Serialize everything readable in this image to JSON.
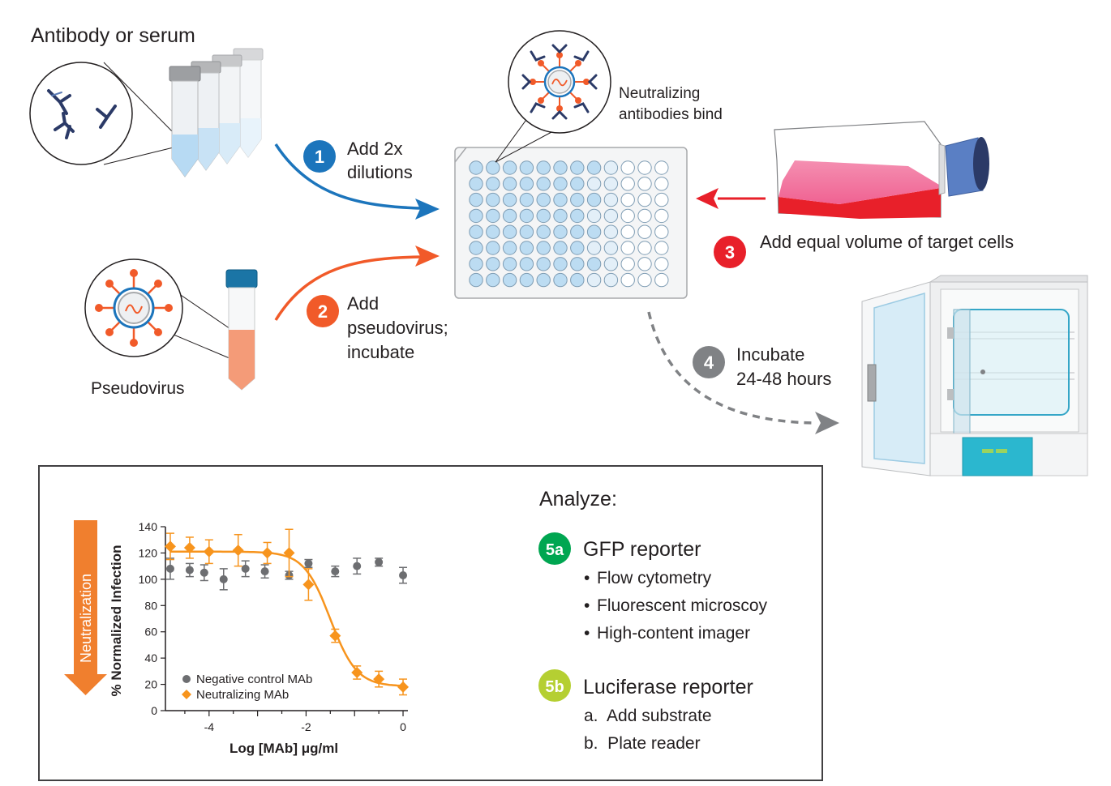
{
  "colors": {
    "step1": "#1c75bc",
    "step2": "#f15a29",
    "step3": "#e8202a",
    "step4": "#808285",
    "step5a": "#00a651",
    "step5b": "#b5cf32",
    "neutralizing": "#f7941d",
    "negative_control": "#6d6e71",
    "well": "#bcdcf2"
  },
  "antibody": {
    "title": "Antibody or serum"
  },
  "pseudovirus": {
    "label": "Pseudovirus"
  },
  "step1": {
    "badge": "1",
    "line1": "Add 2x",
    "line2": "dilutions"
  },
  "step2": {
    "badge": "2",
    "line1": "Add",
    "line2": "pseudovirus;",
    "line3": "incubate"
  },
  "step3": {
    "badge": "3",
    "text": "Add equal volume of  target cells"
  },
  "step4": {
    "badge": "4",
    "line1": "Incubate",
    "line2": "24-48 hours"
  },
  "plate": {
    "callout_line1": "Neutralizing",
    "callout_line2": "antibodies bind",
    "rows": 8,
    "cols": 12
  },
  "analyze": {
    "title": "Analyze:",
    "gfp": {
      "badge": "5a",
      "title": "GFP reporter",
      "items": [
        "Flow cytometry",
        "Fluorescent microscoy",
        "High-content imager"
      ]
    },
    "luciferase": {
      "badge": "5b",
      "title": "Luciferase reporter",
      "items": [
        "a.  Add substrate",
        "b.  Plate reader"
      ]
    }
  },
  "arrow_label": "Neutralization",
  "chart_data": {
    "type": "scatter",
    "xlabel": "Log [MAb] μg/ml",
    "ylabel": "% Normalized Infection",
    "xlim": [
      -4.9,
      0.1
    ],
    "ylim": [
      0,
      140
    ],
    "xticks": [
      -4,
      -2,
      0
    ],
    "yticks": [
      0,
      20,
      40,
      60,
      80,
      100,
      120,
      140
    ],
    "legend_position": "bottom-left",
    "series": [
      {
        "name": "Negative control MAb",
        "marker": "circle",
        "color": "#6d6e71",
        "x": [
          -4.8,
          -4.4,
          -4.1,
          -3.7,
          -3.25,
          -2.85,
          -2.35,
          -1.95,
          -1.4,
          -0.95,
          -0.5,
          0
        ],
        "y": [
          108,
          107,
          105,
          100,
          108,
          106,
          103,
          112,
          106,
          110,
          113,
          103
        ],
        "err": [
          8,
          5,
          6,
          8,
          6,
          5,
          3,
          3,
          4,
          6,
          3,
          6
        ]
      },
      {
        "name": "Neutralizing MAb",
        "marker": "diamond",
        "color": "#f7941d",
        "x": [
          -4.8,
          -4.4,
          -4.0,
          -3.4,
          -2.8,
          -2.35,
          -1.95,
          -1.4,
          -0.95,
          -0.5,
          0
        ],
        "y": [
          125,
          124,
          121,
          122,
          120,
          120,
          96,
          57,
          29,
          24,
          18
        ],
        "err": [
          10,
          8,
          9,
          12,
          8,
          18,
          12,
          5,
          5,
          6,
          6
        ],
        "fit": {
          "top": 121,
          "bottom": 18.5,
          "log_ic50": -1.5,
          "hill": 1.6
        }
      }
    ]
  }
}
